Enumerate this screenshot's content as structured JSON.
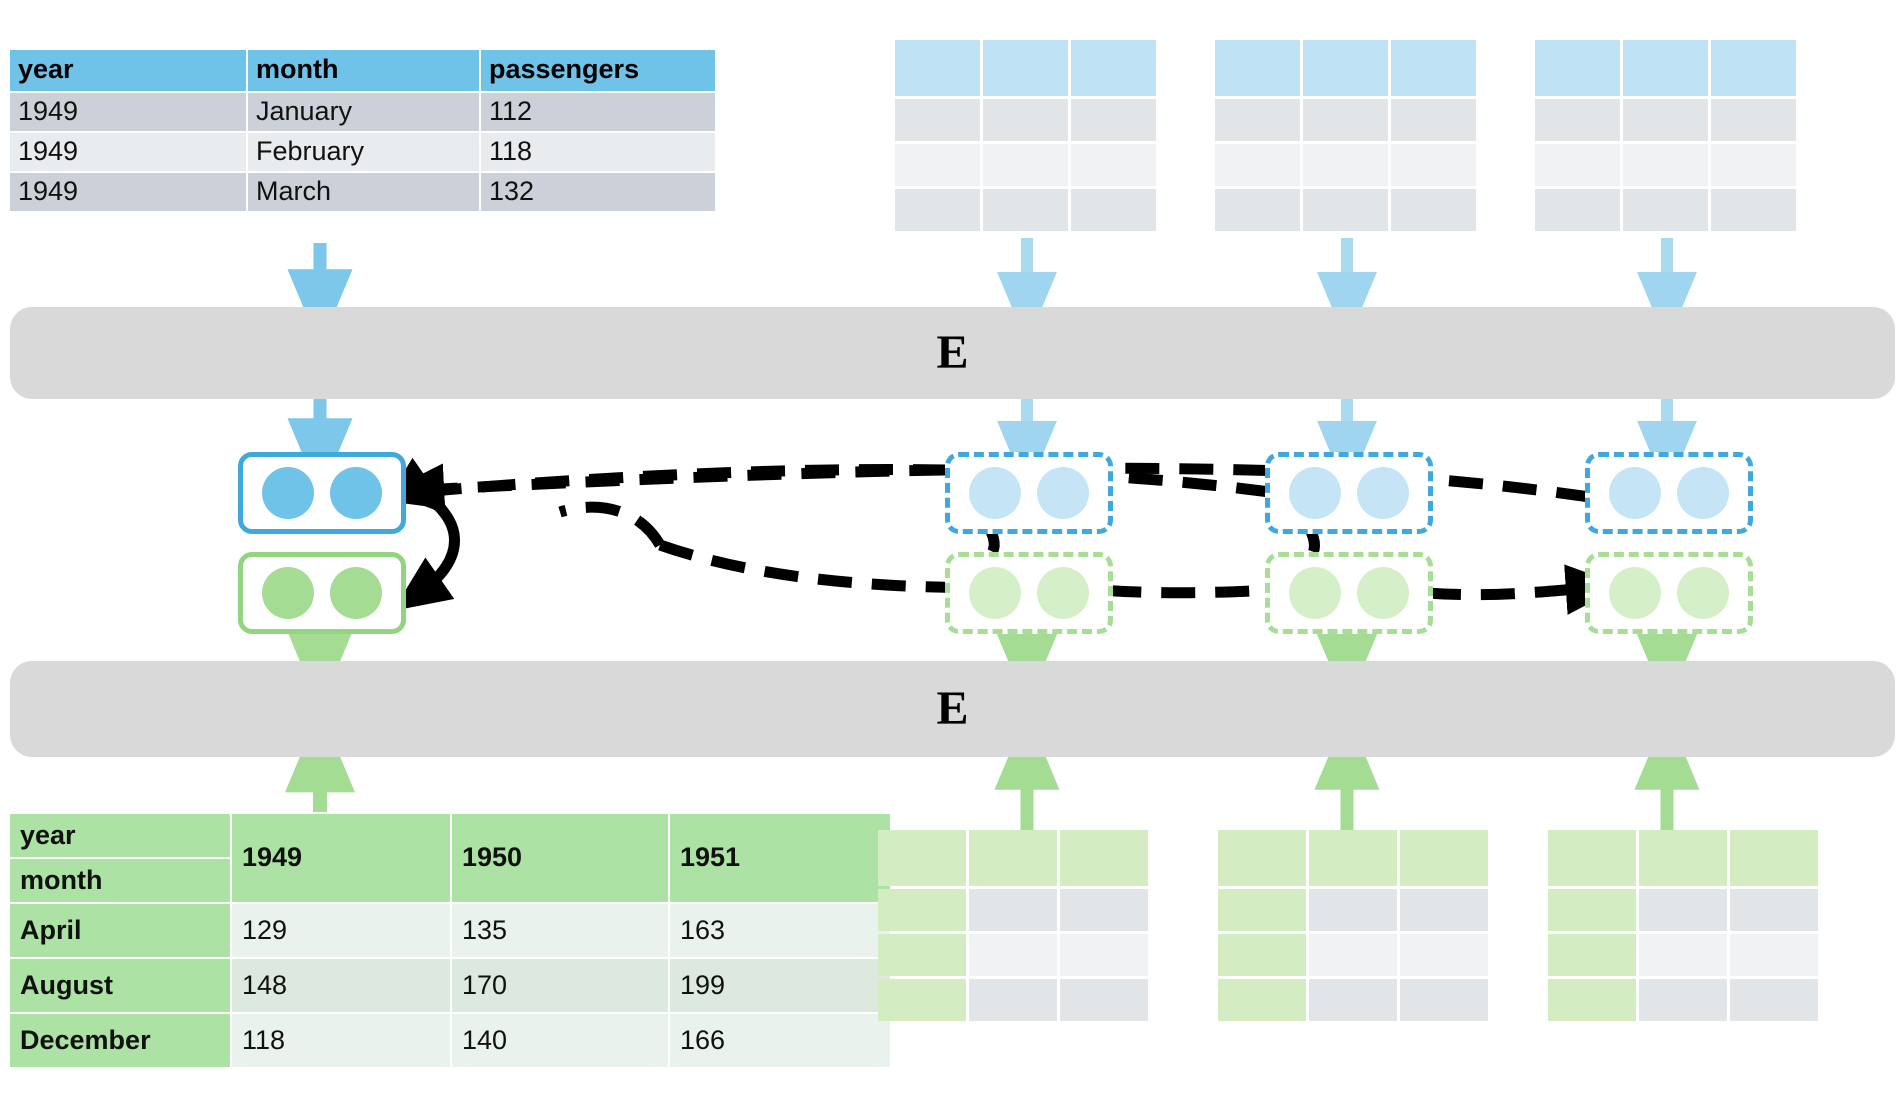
{
  "diagram": {
    "encoder_label": "E",
    "colors": {
      "blue_header": "#6fc3e8",
      "blue_node": "#3fa9dd",
      "blue_dot": "#6fc3e8",
      "blue_dot_light": "#c5e4f5",
      "green_header": "#ace2a4",
      "green_node": "#92d47f",
      "green_dot": "#a5dc93",
      "green_dot_light": "#d5efc8",
      "encoder_bar": "#d9d9d9",
      "row_odd": "#ccd1d9",
      "row_even": "#e9ecef"
    }
  },
  "source_table": {
    "name": "source-table",
    "columns": [
      "year",
      "month",
      "passengers"
    ],
    "rows": [
      [
        "1949",
        "January",
        "112"
      ],
      [
        "1949",
        "February",
        "118"
      ],
      [
        "1949",
        "March",
        "132"
      ]
    ]
  },
  "pivot_table": {
    "name": "pivot-table",
    "corner_top": "year",
    "corner_bottom": "month",
    "columns": [
      "1949",
      "1950",
      "1951"
    ],
    "row_headers": [
      "April",
      "August",
      "December"
    ],
    "rows": [
      [
        "129",
        "135",
        "163"
      ],
      [
        "148",
        "170",
        "199"
      ],
      [
        "118",
        "140",
        "166"
      ]
    ]
  },
  "blank_blue_tables": {
    "count": 3,
    "columns": 3,
    "body_rows": 3
  },
  "blank_green_tables": {
    "count": 3,
    "columns": 3,
    "body_rows": 3
  },
  "nodes": {
    "columns": 4,
    "dots_per_box": 2,
    "first_column_style": "solid",
    "other_columns_style": "dashed"
  },
  "chart_data": {
    "type": "table",
    "title": "",
    "tables": [
      {
        "id": "source",
        "columns": [
          "year",
          "month",
          "passengers"
        ],
        "values": [
          [
            "1949",
            "January",
            112
          ],
          [
            "1949",
            "February",
            118
          ],
          [
            "1949",
            "March",
            132
          ]
        ]
      },
      {
        "id": "pivot",
        "index_name": "month",
        "columns_name": "year",
        "columns": [
          "1949",
          "1950",
          "1951"
        ],
        "index": [
          "April",
          "August",
          "December"
        ],
        "values": [
          [
            129,
            135,
            163
          ],
          [
            148,
            170,
            199
          ],
          [
            118,
            140,
            166
          ]
        ]
      }
    ]
  }
}
